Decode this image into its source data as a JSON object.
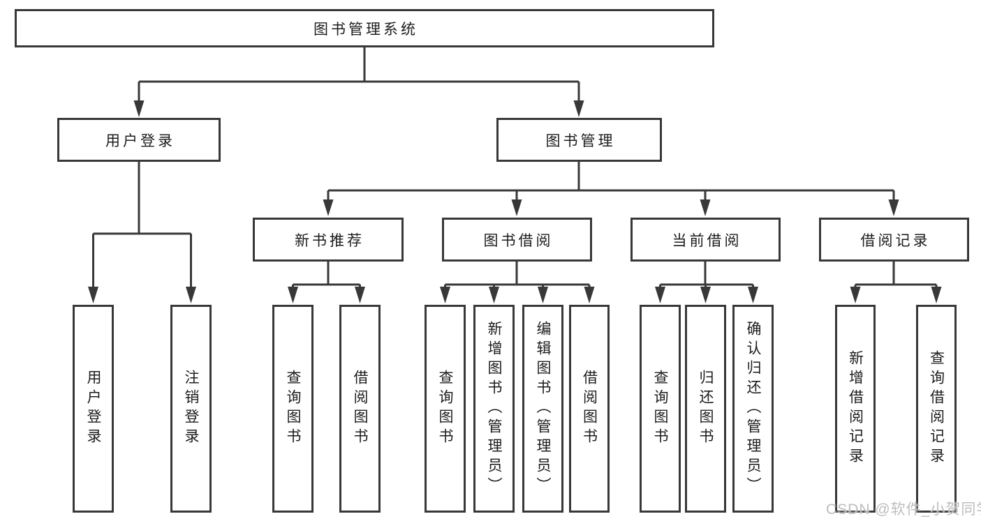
{
  "colors": {
    "line": "#383838",
    "box_border": "#383838",
    "box_background": "#ffffff",
    "text": "#1c1c1c",
    "watermark_text": "#bdbdbd",
    "page_background": "#ffffff"
  },
  "watermark": "CSDN @软件_小贺同学",
  "tree": {
    "root": {
      "label": "图书管理系统"
    },
    "level2": [
      {
        "label": "用户登录"
      },
      {
        "label": "图书管理"
      }
    ],
    "level3": [
      {
        "label": "新书推荐"
      },
      {
        "label": "图书借阅"
      },
      {
        "label": "当前借阅"
      },
      {
        "label": "借阅记录"
      }
    ],
    "leaves": {
      "user_login": [
        {
          "label": "用户登录"
        },
        {
          "label": "注销登录"
        }
      ],
      "new_book_recommendation": [
        {
          "label": "查询图书"
        },
        {
          "label": "借阅图书"
        }
      ],
      "book_borrowing": [
        {
          "label": "查询图书"
        },
        {
          "label": "新增图书（管理员）"
        },
        {
          "label": "编辑图书（管理员）"
        },
        {
          "label": "借阅图书"
        }
      ],
      "current_borrowing": [
        {
          "label": "查询图书"
        },
        {
          "label": "归还图书"
        },
        {
          "label": "确认归还（管理员）"
        }
      ],
      "borrowing_records": [
        {
          "label": "新增借阅记录"
        },
        {
          "label": "查询借阅记录"
        }
      ]
    }
  }
}
